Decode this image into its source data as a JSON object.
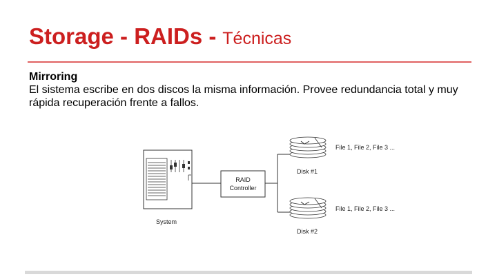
{
  "title": {
    "main": "Storage - RAIDs -",
    "sub": "Técnicas"
  },
  "content": {
    "heading": "Mirroring",
    "paragraph": "El sistema escribe en dos discos la misma información. Provee redundancia total y muy rápida recuperación frente a fallos."
  },
  "diagram": {
    "system_label": "System",
    "controller_label_1": "RAID",
    "controller_label_2": "Controller",
    "disk1_label": "Disk #1",
    "disk1_files": "File 1, File 2, File 3 ...",
    "disk2_label": "Disk #2",
    "disk2_files": "File 1, File 2, File 3 ..."
  }
}
